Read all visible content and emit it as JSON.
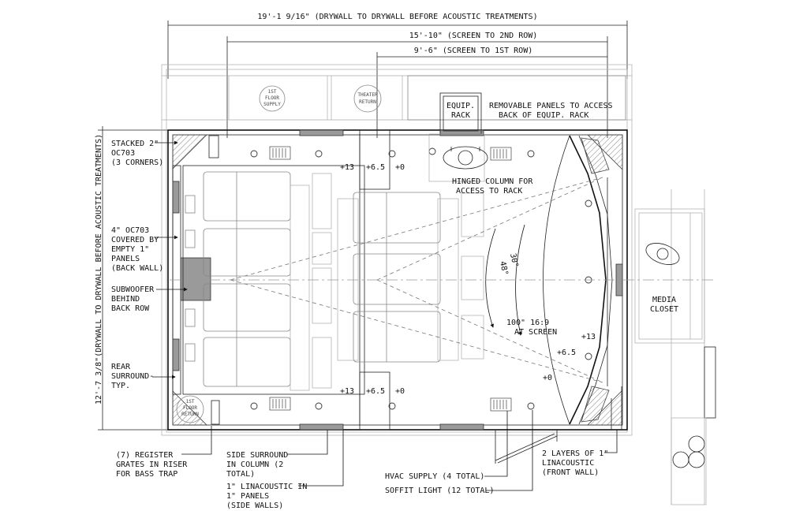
{
  "dimensions": {
    "overall": "19'-1 9/16\" (DRYWALL TO DRYWALL BEFORE ACOUSTIC TREATMENTS)",
    "second_row": "15'-10\" (SCREEN TO 2ND ROW)",
    "first_row": "9'-6\" (SCREEN TO 1ST ROW)",
    "vertical": "12'-7 3/8\"(DRYWALL TO DRYWALL BEFORE ACOUSTIC TREATMENTS)"
  },
  "rooms": {
    "equip_rack": [
      "EQUIP.",
      "RACK"
    ],
    "media_closet": [
      "MEDIA",
      "CLOSET"
    ],
    "first_floor_supply": [
      "1ST",
      "FLOOR",
      "SUPPLY"
    ],
    "theater_return": [
      "THEATER",
      "RETURN"
    ],
    "first_floor_return": [
      "1ST",
      "FLOOR",
      "RETURN"
    ]
  },
  "angles": {
    "wide": "48°",
    "narrow": "30°"
  },
  "elevations": {
    "plus13": "+13",
    "plus6_5": "+6.5",
    "zero": "+0"
  },
  "screen_label": [
    "100\" 16:9",
    "AT SCREEN"
  ],
  "notes": {
    "removable_panels": [
      "REMOVABLE PANELS TO ACCESS",
      "BACK OF EQUIP. RACK"
    ],
    "hinged_column": [
      "HINGED COLUMN FOR",
      "ACCESS TO RACK"
    ],
    "stacked": [
      "STACKED 2\"",
      "OC703",
      "(3 CORNERS)"
    ],
    "oc703_back": [
      "4\" OC703",
      "COVERED BY",
      "EMPTY 1\"",
      "PANELS",
      "(BACK WALL)"
    ],
    "subwoofer": [
      "SUBWOOFER",
      "BEHIND",
      "BACK ROW"
    ],
    "rear_surround": [
      "REAR",
      "SURROUND-",
      "TYP."
    ],
    "register_grates": [
      "(7) REGISTER",
      "GRATES IN RISER",
      "FOR BASS TRAP"
    ],
    "side_surround": [
      "SIDE SURROUND",
      "IN COLUMN (2",
      "TOTAL)"
    ],
    "linacoustic_side": [
      "1\" LINACOUSTIC IN",
      "1\" PANELS",
      "(SIDE WALLS)"
    ],
    "hvac_supply": "HVAC SUPPLY (4 TOTAL)",
    "soffit_light": "SOFFIT LIGHT (12 TOTAL)",
    "linacoustic_front": [
      "2 LAYERS OF 1\"",
      "LINACOUSTIC",
      "(FRONT WALL)"
    ]
  }
}
